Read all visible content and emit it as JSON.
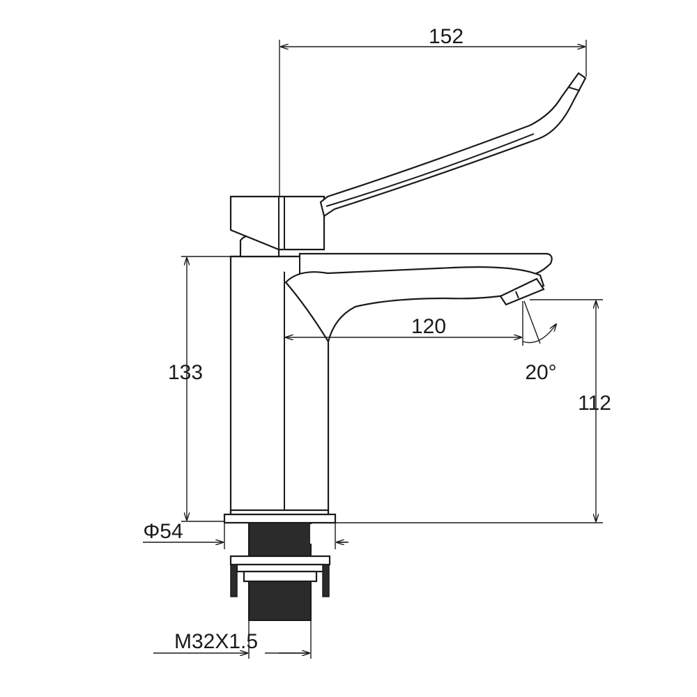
{
  "diagram": {
    "dimensions": {
      "total_length": "152",
      "spout_reach": "120",
      "body_height": "133",
      "spout_height": "112",
      "spray_angle": "20°",
      "base_diameter": "Φ54",
      "thread": "M32X1.5"
    },
    "colors": {
      "line": "#1a1a1a",
      "thread_fill": "#2b2b2b",
      "background": "#ffffff"
    }
  }
}
